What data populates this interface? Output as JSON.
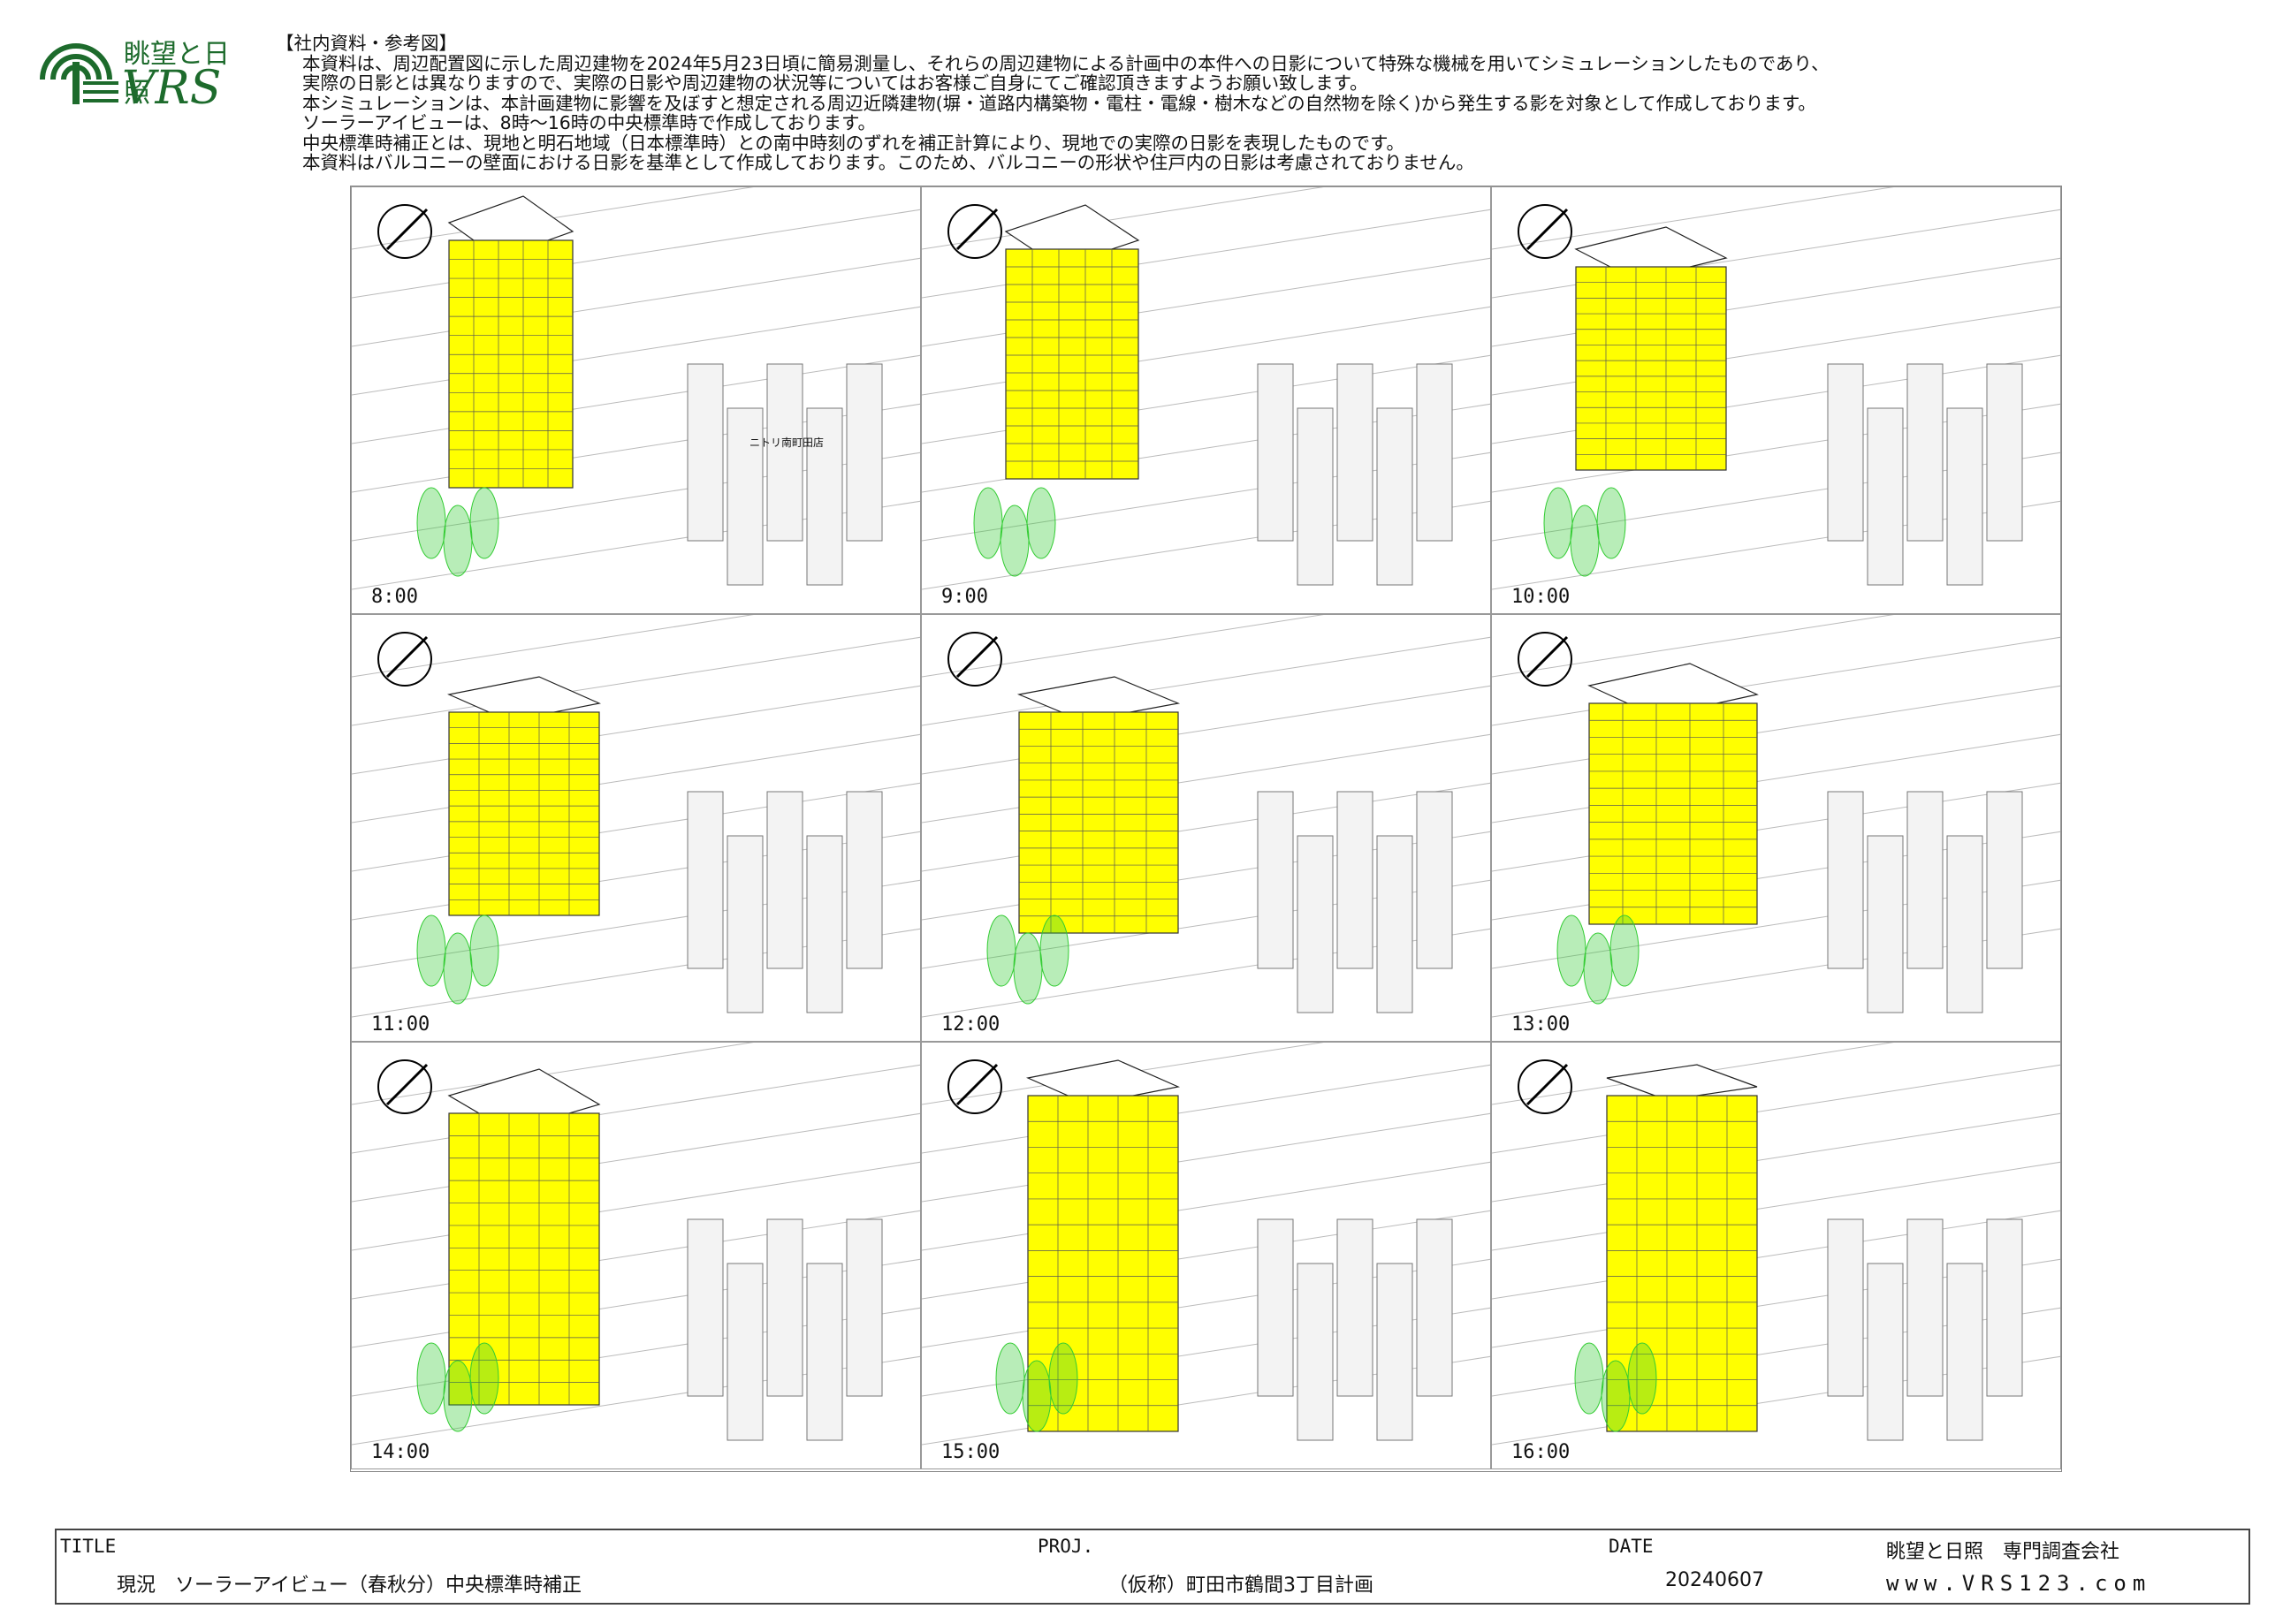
{
  "logo": {
    "brand": "眺望と日照",
    "mark": "VRS"
  },
  "notes": {
    "heading": "【社内資料・参考図】",
    "lines": [
      "本資料は、周辺配置図に示した周辺建物を2024年5月23日頃に簡易測量し、それらの周辺建物による計画中の本件への日影について特殊な機械を用いてシミュレーションしたものであり、",
      "実際の日影とは異なりますので、実際の日影や周辺建物の状況等についてはお客様ご自身にてご確認頂きますようお願い致します。",
      "本シミュレーションは、本計画建物に影響を及ぼすと想定される周辺近隣建物(塀・道路内構築物・電柱・電線・樹木などの自然物を除く)から発生する影を対象として作成しております。",
      "ソーラーアイビューは、8時～16時の中央標準時で作成しております。",
      "中央標準時補正とは、現地と明石地域（日本標準時）との南中時刻のずれを補正計算により、現地での実際の日影を表現したものです。",
      "本資料はバルコニーの壁面における日影を基準として作成しております。このため、バルコニーの形状や住戸内の日影は考慮されておりません。"
    ]
  },
  "panels": [
    {
      "time": "8:00",
      "store_label": "ニトリ南町田店"
    },
    {
      "time": "9:00"
    },
    {
      "time": "10:00"
    },
    {
      "time": "11:00"
    },
    {
      "time": "12:00"
    },
    {
      "time": "13:00"
    },
    {
      "time": "14:00"
    },
    {
      "time": "15:00"
    },
    {
      "time": "16:00"
    }
  ],
  "footer": {
    "title_label": "TITLE",
    "title_value": "現況　ソーラーアイビュー（春秋分）中央標準時補正",
    "proj_label": "PROJ.",
    "proj_value": "（仮称）町田市鶴間3丁目計画",
    "date_label": "DATE",
    "date_value": "20240607",
    "company": "眺望と日照　専門調査会社",
    "website": "www.VRS123.com"
  },
  "colors": {
    "building": "#ffff00",
    "trees": "#33cc33",
    "brand": "#1d6b2c"
  }
}
